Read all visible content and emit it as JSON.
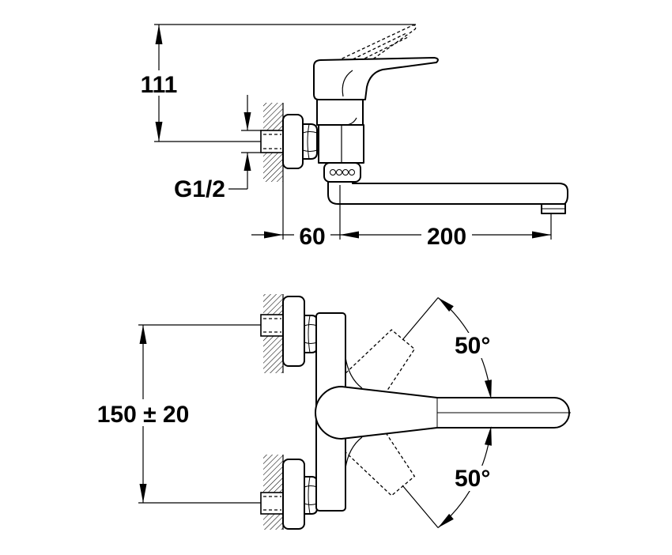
{
  "drawing": {
    "side_view": {
      "height_dim": "111",
      "thread_dim": "G1/2",
      "wall_offset_dim": "60",
      "spout_reach_dim": "200"
    },
    "front_view": {
      "inlet_spacing_dim": "150 ± 20",
      "rotation_up_dim": "50°",
      "rotation_down_dim": "50°"
    }
  },
  "colors": {
    "line": "#000000",
    "background": "#ffffff"
  }
}
